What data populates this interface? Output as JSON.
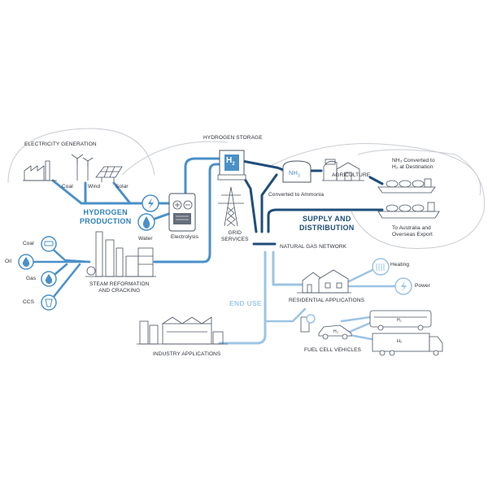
{
  "labels": {
    "electricity_generation": "ELECTRICITY GENERATION",
    "coal_gen": "Coal",
    "wind": "Wind",
    "solar": "Solar",
    "hydrogen_production_line1": "HYDROGEN",
    "hydrogen_production_line2": "PRODUCTION",
    "water": "Water",
    "electrolysis": "Electrolysis",
    "hydrogen_storage": "HYDROGEN STORAGE",
    "h2_symbol": "H",
    "h2_subscript": "2",
    "nh3_symbol": "NH",
    "nh3_subscript": "3",
    "converted_to_ammonia": "Converted to Ammonia",
    "agriculture": "AGRICULTURE",
    "nh3_converted_line1": "NH₃ Converted to",
    "nh3_converted_line2": "H₂ at Destination",
    "to_australia_line1": "To Australia and",
    "to_australia_line2": "Overseas Export",
    "supply_line1": "SUPPLY AND",
    "supply_line2": "DISTRIBUTION",
    "grid_services_line1": "GRID",
    "grid_services_line2": "SERVICES",
    "natural_gas_network": "NATURAL GAS NETWORK",
    "coal_input": "Coal",
    "oil_input": "Oil",
    "gas_input": "Gas",
    "ccs_input": "CCS",
    "steam_reformation_line1": "STEAM REFORMATION",
    "steam_reformation_line2": "AND CRACKING",
    "heating": "Heating",
    "power": "Power",
    "residential_applications": "RESIDENTIAL APPLICATIONS",
    "end_use": "END USE",
    "industry_applications": "INDUSTRY APPLICATIONS",
    "fuel_cell_vehicles": "FUEL CELL VEHICLES",
    "truck_h2": "H₂",
    "car_h2": "H₂",
    "bus_h2": "H₂"
  },
  "colors": {
    "pipe_light": "#4a90c8",
    "pipe_dark": "#1f4e79",
    "pipe_pale": "#9cc4e4",
    "line_art": "#4b5563",
    "accent": "#2f7fb8"
  },
  "icons": [
    "factory-icon",
    "wind-turbine-icon",
    "solar-panel-icon",
    "lightning-icon",
    "water-drop-icon",
    "electrolyser-icon",
    "hydrogen-tank-icon",
    "pylon-icon",
    "ammonia-tank-icon",
    "farm-icon",
    "ship-icon",
    "refinery-icon",
    "house-icon",
    "radiator-icon",
    "bus-icon",
    "car-icon",
    "truck-icon",
    "fuel-pump-icon",
    "industry-plant-icon"
  ]
}
